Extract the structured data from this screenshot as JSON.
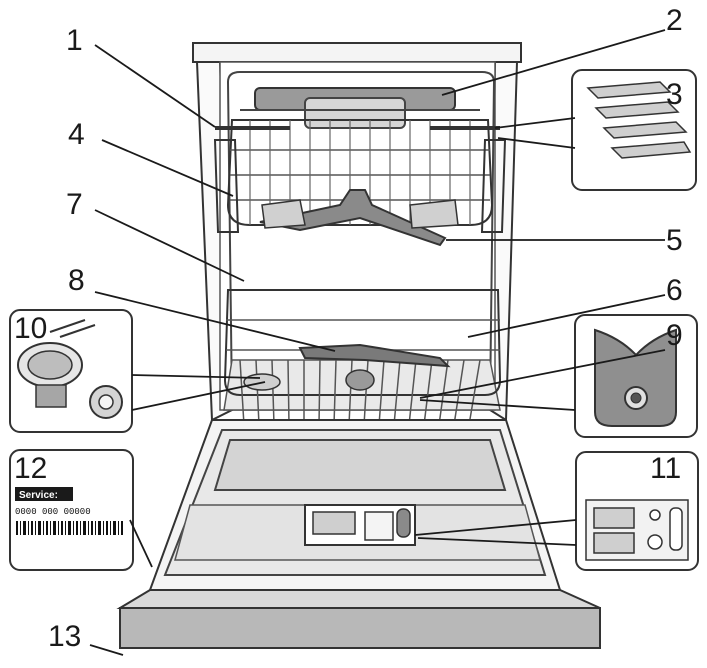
{
  "callouts": {
    "n1": "1",
    "n2": "2",
    "n3": "3",
    "n4": "4",
    "n5": "5",
    "n6": "6",
    "n7": "7",
    "n8": "8",
    "n9": "9",
    "n10": "10",
    "n11": "11",
    "n12": "12",
    "n13": "13"
  },
  "rating_label": {
    "service_text": "Service:",
    "code_text": "0000 000 00000"
  },
  "colors": {
    "outline": "#333333",
    "light_fill": "#f2f2f2",
    "mid_fill": "#cfcfcf",
    "dark_fill": "#8a8a8a",
    "panel_bg": "#d9d9d9"
  }
}
